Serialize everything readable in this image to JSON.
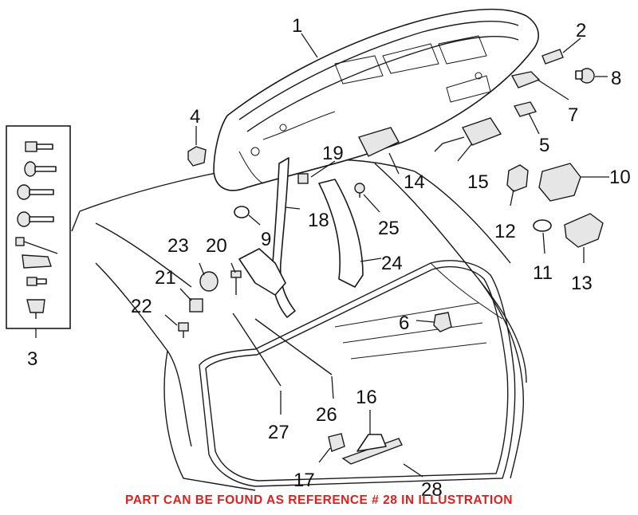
{
  "caption": {
    "text": "PART CAN BE FOUND AS REFERENCE # 28 IN ILLUSTRATION",
    "color": "#e0201c"
  },
  "callouts": {
    "c1": "1",
    "c2": "2",
    "c3": "3",
    "c4": "4",
    "c5": "5",
    "c6": "6",
    "c7": "7",
    "c8": "8",
    "c9": "9",
    "c10": "10",
    "c11": "11",
    "c12": "12",
    "c13": "13",
    "c14": "14",
    "c15": "15",
    "c16": "16",
    "c17": "17",
    "c18": "18",
    "c19": "19",
    "c20": "20",
    "c21": "21",
    "c22": "22",
    "c23": "23",
    "c24": "24",
    "c25": "25",
    "c26": "26",
    "c27": "27",
    "c28": "28"
  }
}
